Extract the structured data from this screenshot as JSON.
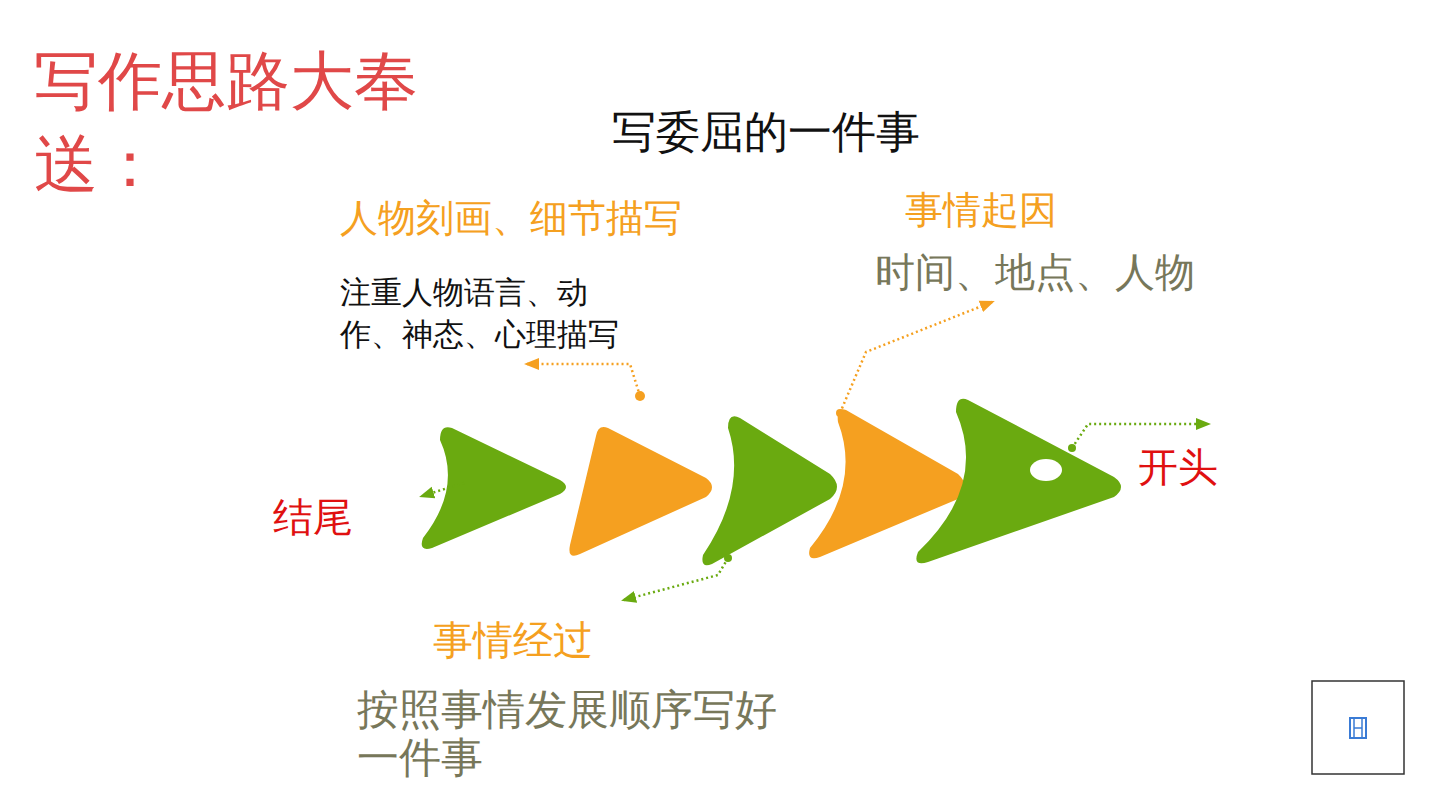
{
  "diagram": {
    "title": "写作思路大奉送：",
    "labels": [
      "写委屈的一件事",
      "人物刻画、细节描写",
      "注重人物语言、动作、神态、心理描写",
      "事情起因",
      "时间、地点、人物",
      "开头",
      "结尾",
      "事情经过",
      "按照事情发展顺序写好一件事"
    ]
  }
}
